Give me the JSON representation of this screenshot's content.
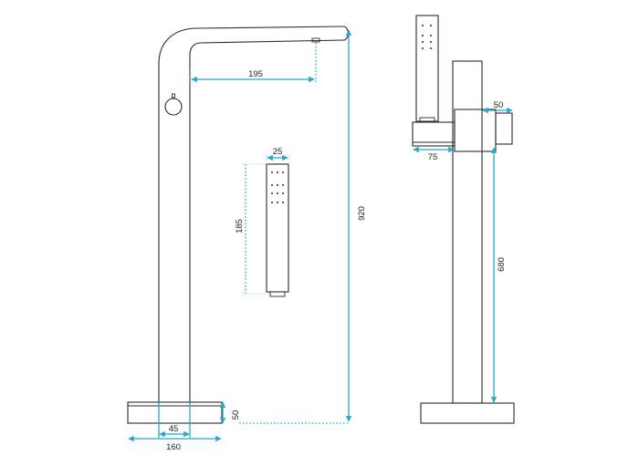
{
  "colors": {
    "outline": "#2b2b2b",
    "dimension": "#2aa7cc",
    "background": "#ffffff"
  },
  "dimensions": {
    "spout_reach": "195",
    "total_height": "920",
    "base_height": "50",
    "column_width": "45",
    "base_width": "160",
    "hand_shower_width": "25",
    "hand_shower_length": "185",
    "holder_depth": "50",
    "holder_width": "75",
    "holder_height": "680"
  }
}
